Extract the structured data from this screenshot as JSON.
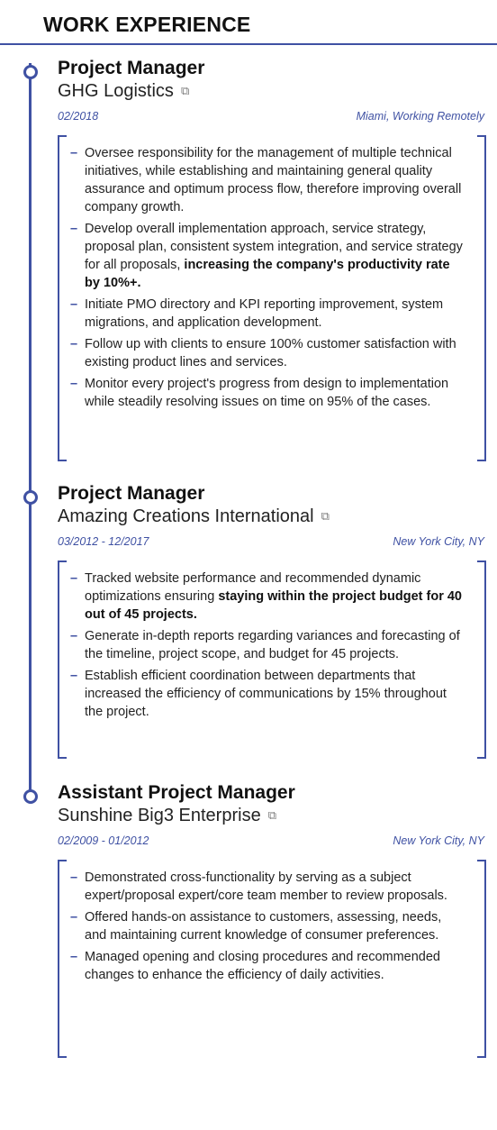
{
  "section": {
    "title": "WORK EXPERIENCE"
  },
  "colors": {
    "accent": "#3f51a3",
    "text": "#222222"
  },
  "icons": {
    "timeline_marker": "circle-outline-icon",
    "company_link": "external-link-icon"
  },
  "jobs": [
    {
      "title": "Project Manager",
      "company": "GHG Logistics",
      "date": "02/2018",
      "location": "Miami, Working Remotely",
      "bullets": [
        "Oversee responsibility for the management of multiple technical initiatives, while establishing and maintaining general quality assurance and optimum process flow, therefore improving overall company growth.",
        {
          "text": "Develop overall implementation approach, service strategy, proposal plan, consistent system integration, and service strategy for all proposals, ",
          "bold": "increasing the company's productivity rate by 10%+."
        },
        "Initiate PMO directory and KPI reporting improvement, system migrations, and application development.",
        "Follow up with clients to ensure 100% customer satisfaction with existing product lines and services.",
        "Monitor every project's progress from design to implementation while steadily resolving issues on time on 95% of the cases."
      ]
    },
    {
      "title": "Project Manager",
      "company": "Amazing Creations International",
      "date": "03/2012 - 12/2017",
      "location": "New York City, NY",
      "bullets": [
        {
          "text": "Tracked website performance and recommended dynamic optimizations ensuring ",
          "bold": "staying within the project budget for 40 out of 45 projects."
        },
        "Generate in-depth reports regarding variances and forecasting of the timeline, project scope, and budget for 45 projects.",
        "Establish efficient coordination between departments that increased the efficiency of communications by 15% throughout the project."
      ]
    },
    {
      "title": "Assistant Project Manager",
      "company": "Sunshine Big3 Enterprise",
      "date": "02/2009 - 01/2012",
      "location": "New York City, NY",
      "bullets": [
        "Demonstrated cross-functionality by serving as a subject expert/proposal expert/core team member to review proposals.",
        "Offered hands-on assistance to customers, assessing, needs, and maintaining current knowledge of consumer preferences.",
        "Managed opening and closing procedures and recommended changes to enhance the efficiency of daily activities."
      ]
    }
  ]
}
